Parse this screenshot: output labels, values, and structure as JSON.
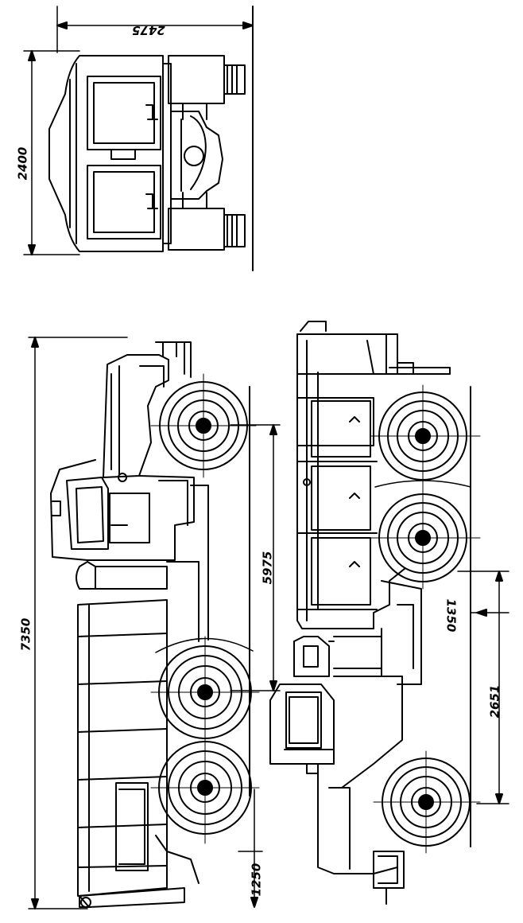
{
  "dimensions": {
    "width_top": "2475",
    "height_end": "2400",
    "overall_length": "7350",
    "cab_to_rear": "5975",
    "rear_overhang": "1250",
    "axle_spacing": "1350",
    "front_span": "2651"
  }
}
